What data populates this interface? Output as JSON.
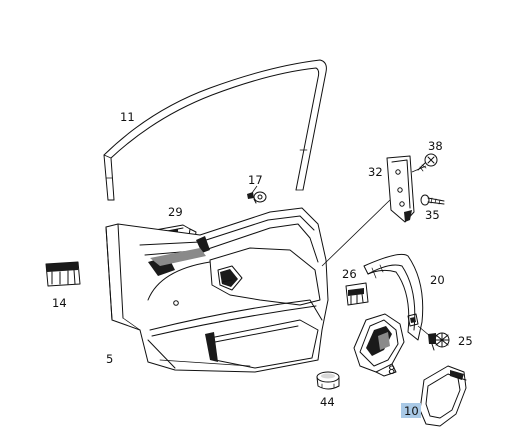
{
  "diagram": {
    "highlighted_part": "10",
    "parts": [
      {
        "id": "p11",
        "label": "11",
        "name": "window-guide-seal"
      },
      {
        "id": "p17",
        "label": "17",
        "name": "expansion-clip"
      },
      {
        "id": "p29",
        "label": "29",
        "name": "switch-cover"
      },
      {
        "id": "p14",
        "label": "14",
        "name": "retaining-clip"
      },
      {
        "id": "p5",
        "label": "5",
        "name": "door-trim-panel"
      },
      {
        "id": "p38",
        "label": "38",
        "name": "screw"
      },
      {
        "id": "p32",
        "label": "32",
        "name": "mounting-bracket"
      },
      {
        "id": "p35",
        "label": "35",
        "name": "bolt"
      },
      {
        "id": "p26",
        "label": "26",
        "name": "clip"
      },
      {
        "id": "p20",
        "label": "20",
        "name": "handle-trim-cover"
      },
      {
        "id": "p25",
        "label": "25",
        "name": "expansion-nut"
      },
      {
        "id": "p8",
        "label": "8",
        "name": "inner-door-handle"
      },
      {
        "id": "p44",
        "label": "44",
        "name": "plug"
      },
      {
        "id": "p10",
        "label": "10",
        "name": "handle-bezel"
      }
    ]
  }
}
